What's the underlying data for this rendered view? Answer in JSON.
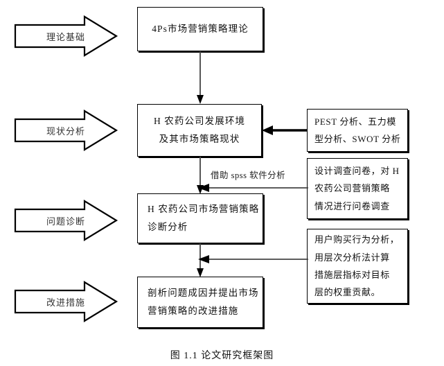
{
  "figure": {
    "caption": "图 1.1 论文研究框架图"
  },
  "stages": [
    {
      "label": "理论基础"
    },
    {
      "label": "现状分析"
    },
    {
      "label": "问题诊断"
    },
    {
      "label": "改进措施"
    }
  ],
  "process_boxes": [
    {
      "id": "theory",
      "lines": [
        "4Ps市场营销策略理论"
      ]
    },
    {
      "id": "environment",
      "lines": [
        "H 农药公司发展环境",
        "及其市场策略现状"
      ]
    },
    {
      "id": "diagnosis",
      "lines": [
        "H  农药公司市场营销策略",
        "诊断分析"
      ]
    },
    {
      "id": "improvement",
      "lines": [
        "剖析问题成因并提出市场",
        "营销策略的改进措施"
      ]
    }
  ],
  "note_boxes": [
    {
      "id": "methods",
      "lines": [
        "PEST 分析、五力模",
        "型分析、SWOT 分析"
      ]
    },
    {
      "id": "questionnaire",
      "lines": [
        "设计调查问卷，对 H",
        "农药公司营销策略",
        "情况进行问卷调查"
      ]
    },
    {
      "id": "ahp",
      "lines": [
        "用户购买行为分析，",
        "用层次分析法计算",
        "措施层指标对目标",
        "层的权重贡献。"
      ]
    }
  ],
  "edge_labels": [
    {
      "id": "spss",
      "text": "借助 spss 软件分析"
    }
  ],
  "colors": {
    "stroke": "#000000",
    "connector": "#444444",
    "background": "#ffffff",
    "text": "#111111"
  }
}
